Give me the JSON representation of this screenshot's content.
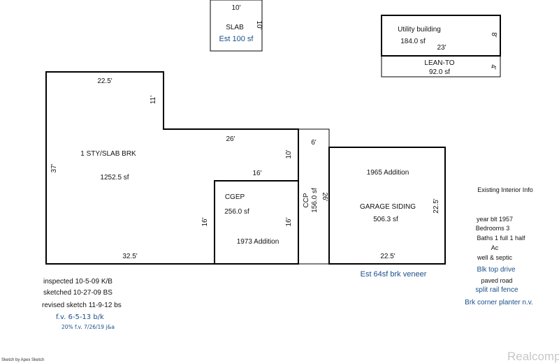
{
  "slab": {
    "label": "SLAB",
    "dim_top": "10'",
    "dim_side": "10'",
    "area": "Est 100 sf"
  },
  "utility": {
    "label": "Utility building",
    "area": "184.0 sf",
    "dim_bottom": "23'",
    "dim_side": "8'"
  },
  "leanto": {
    "label": "LEAN-TO",
    "area": "92.0 sf",
    "dim_side": "4'"
  },
  "main": {
    "label": "1 STY/SLAB BRK",
    "area": "1252.5 sf",
    "dim_top": "22.5'",
    "dim_step": "11'",
    "dim_mid": "26'",
    "dim_left": "37'",
    "dim_right": "10'",
    "dim_inner": "16'",
    "dim_bottom": "32.5'"
  },
  "cgep": {
    "label": "CGEP",
    "area": "256.0 sf",
    "addition": "1973 Addition",
    "dim_left": "16'",
    "dim_right": "16'"
  },
  "ccp": {
    "label": "CCP",
    "area": "156.0 sf",
    "dim_top": "6'",
    "dim_side": "26'"
  },
  "garage": {
    "addition": "1965 Addition",
    "label": "GARAGE SIDING",
    "area": "506.3 sf",
    "dim_right": "22.5'",
    "dim_bottom": "22.5'",
    "veneer": "Est 64sf brk veneer"
  },
  "notes": {
    "inspected": "inspected 10-5-09 K/B",
    "sketched": "sketched 10-27-09 BS",
    "revised": "revised sketch 11-9-12 bs",
    "fv": "f.v. 6-5-13 b/k",
    "fv2": "20% f.v. 7/26/19 j&a"
  },
  "info": {
    "title": "Existing Interior Info",
    "year": "year blt 1957",
    "bedrooms": "Bedrooms 3",
    "baths": "Baths 1 full 1 half",
    "ac": "Ac",
    "well": "well & septic",
    "drive": "Blk top drive",
    "road": "paved road",
    "fence": "split rail fence",
    "planter": "Brk corner planter n.v."
  },
  "footer": {
    "apex": "Sketch by Apex Sketch",
    "watermark": "Realcomp"
  }
}
